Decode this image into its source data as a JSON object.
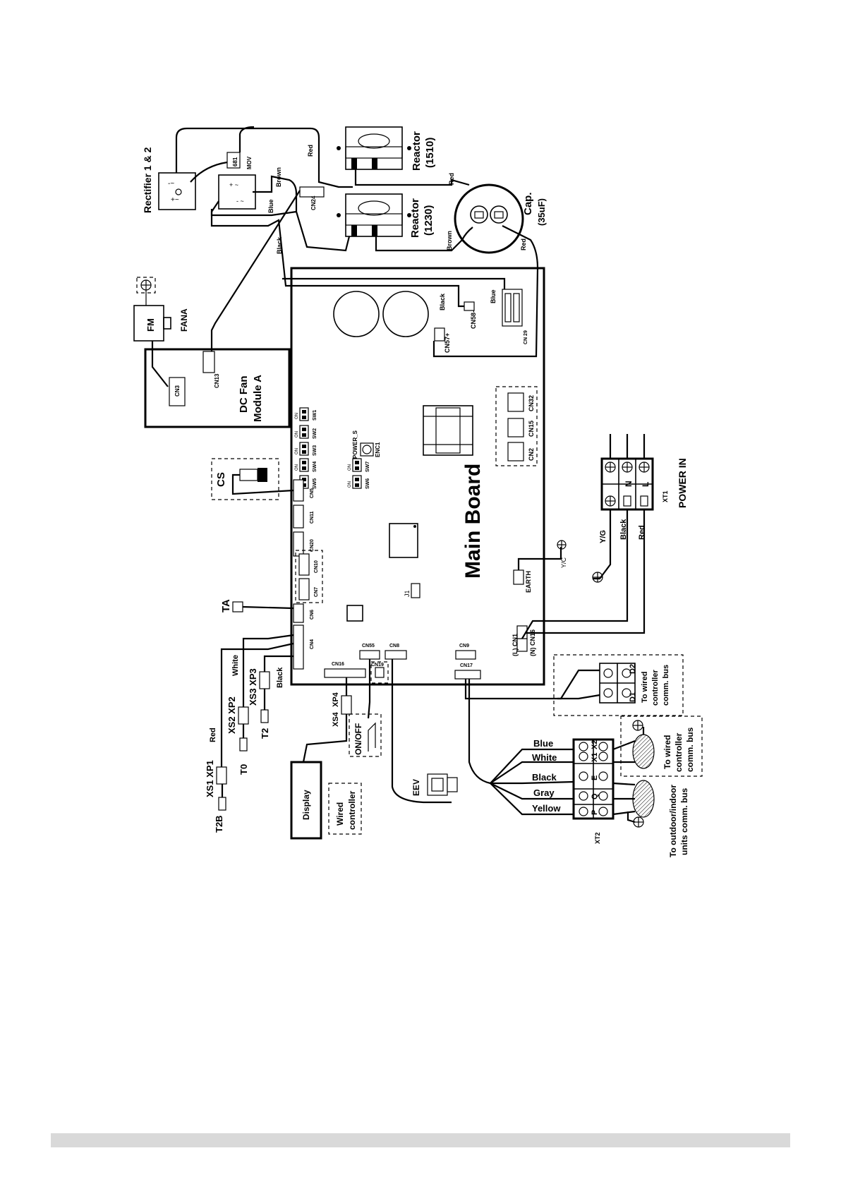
{
  "components": {
    "rectifier": "Rectifier 1 & 2",
    "mov": "MOV",
    "r681": "681",
    "reactor_1510_name": "Reactor",
    "reactor_1510_value": "(1510)",
    "reactor_1230_name": "Reactor",
    "reactor_1230_value": "(1230)",
    "cap_name": "Cap.",
    "cap_value": "(35uF)",
    "fan_motor": "FM",
    "fan_label": "FANA",
    "dc_fan_line1": "DC Fan",
    "dc_fan_line2": "Module A",
    "cs": "CS",
    "main_board": "Main Board",
    "display": "Display",
    "wired_controller_line1": "Wired",
    "wired_controller_line2": "controller",
    "on_off": "ON/OFF",
    "eev": "EEV",
    "ta": "TA",
    "t0": "T0",
    "t2": "T2",
    "t2b": "T2B",
    "earth": "EARTH",
    "yc": "Y/C",
    "power_in": "POWER IN"
  },
  "connectors": {
    "cn3": "CN3",
    "cn13": "CN13",
    "cn24": "CN24",
    "cn57": "CN57+",
    "cn58": "CN58-",
    "cn29": "CN 29",
    "cn5": "CN5",
    "cn11": "CN11",
    "cn20": "CN20",
    "cn10": "CN10",
    "cn7": "CN7",
    "cn6": "CN6",
    "cn4": "CN4",
    "cn16_board": "CN16",
    "cn55": "CN55",
    "cn8": "CN8",
    "cn19": "CN19",
    "cn9": "CN9",
    "cn17": "CN17",
    "cn1": "(L) CN1",
    "cn16_power": "(N) CN16",
    "cn2": "CN2",
    "cn15": "CN15",
    "cn32": "CN32",
    "j1": "J1",
    "enc1": "ENC1",
    "power_s": "POWER_S",
    "xs1_xp1": "XS1 XP1",
    "xs2_xp2": "XS2 XP2",
    "xs3_xp3": "XS3 XP3",
    "xs4": "XS4",
    "xp4": "XP4",
    "xt1": "XT1",
    "xt2": "XT2"
  },
  "switches": [
    "SW1",
    "SW2",
    "SW3",
    "SW4",
    "SW5",
    "SW6",
    "SW7"
  ],
  "switch_pin_labels": [
    "ON",
    "ON",
    "ON",
    "ON",
    "ON",
    "ON",
    "ON"
  ],
  "wires": {
    "red_top": "Red",
    "brown_top": "Brown",
    "blue_top": "Blue",
    "red_reactor": "Red",
    "black_left": "Black",
    "brown_reactor": "Brown",
    "red_cap": "Red",
    "black_cn58": "Black",
    "blue_cn29": "Blue",
    "white_cn4": "White",
    "black_cn4": "Black",
    "red_cn4": "Red",
    "yg": "Y/G",
    "black_power": "Black",
    "red_power": "Red"
  },
  "power_terminals": [
    "L",
    "N"
  ],
  "comm_bus_wired": {
    "terminals": [
      "D1",
      "D2"
    ],
    "label_line1": "To wired",
    "label_line2": "controller",
    "label_line3": "comm. bus"
  },
  "xt2_block": {
    "wire_colors": [
      "Blue",
      "White",
      "Black",
      "Gray",
      "Yellow"
    ],
    "terminals": [
      "X2",
      "X1",
      "E",
      "Q",
      "P"
    ],
    "wired_line1": "To wired",
    "wired_line2": "controller",
    "wired_line3": "comm. bus",
    "outdoor_line1": "To outdoor/indoor",
    "outdoor_line2": "units comm. bus"
  }
}
